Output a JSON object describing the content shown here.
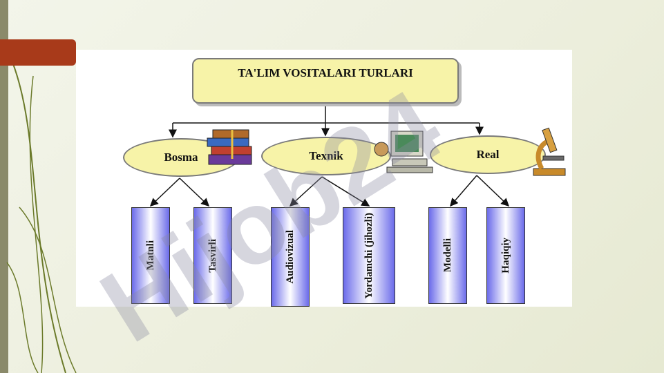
{
  "diagram": {
    "title": "TA'LIM VOSITALARI TURLARI",
    "categories": [
      {
        "label": "Bosma",
        "icon": "books-icon",
        "children": [
          "Matnli",
          "Tasvirli"
        ]
      },
      {
        "label": "Texnik",
        "icon": "computer-icon",
        "children": [
          "Audiovizual",
          "Yordamchi (jihozli)"
        ]
      },
      {
        "label": "Real",
        "icon": "microscope-icon",
        "children": [
          "Modelli",
          "Haqiqiy"
        ]
      }
    ]
  },
  "watermark": {
    "text": "Hijob24"
  },
  "colors": {
    "box_fill": "#f7f3a8",
    "leaf_fill": "#6b6bea",
    "accent_tab": "#a83a1a"
  }
}
